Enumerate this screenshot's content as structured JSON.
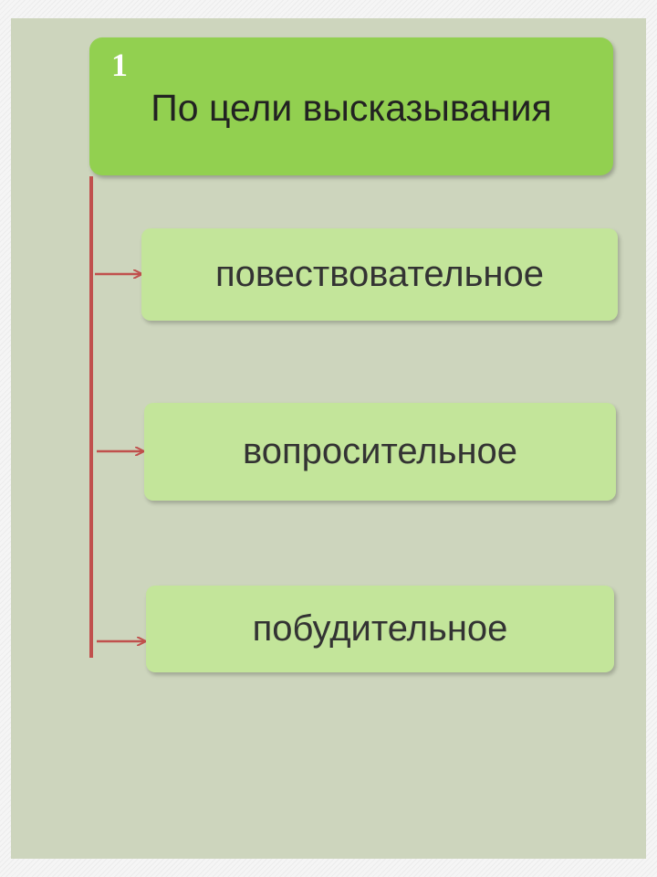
{
  "header": {
    "number": "1",
    "title": "По цели высказывания"
  },
  "items": [
    {
      "label": "повествовательное"
    },
    {
      "label": "вопросительное"
    },
    {
      "label": "побудительное"
    }
  ],
  "colors": {
    "panel": "#cdd5bd",
    "header": "#92d050",
    "item": "#c3e59a",
    "connector": "#c0504d"
  }
}
